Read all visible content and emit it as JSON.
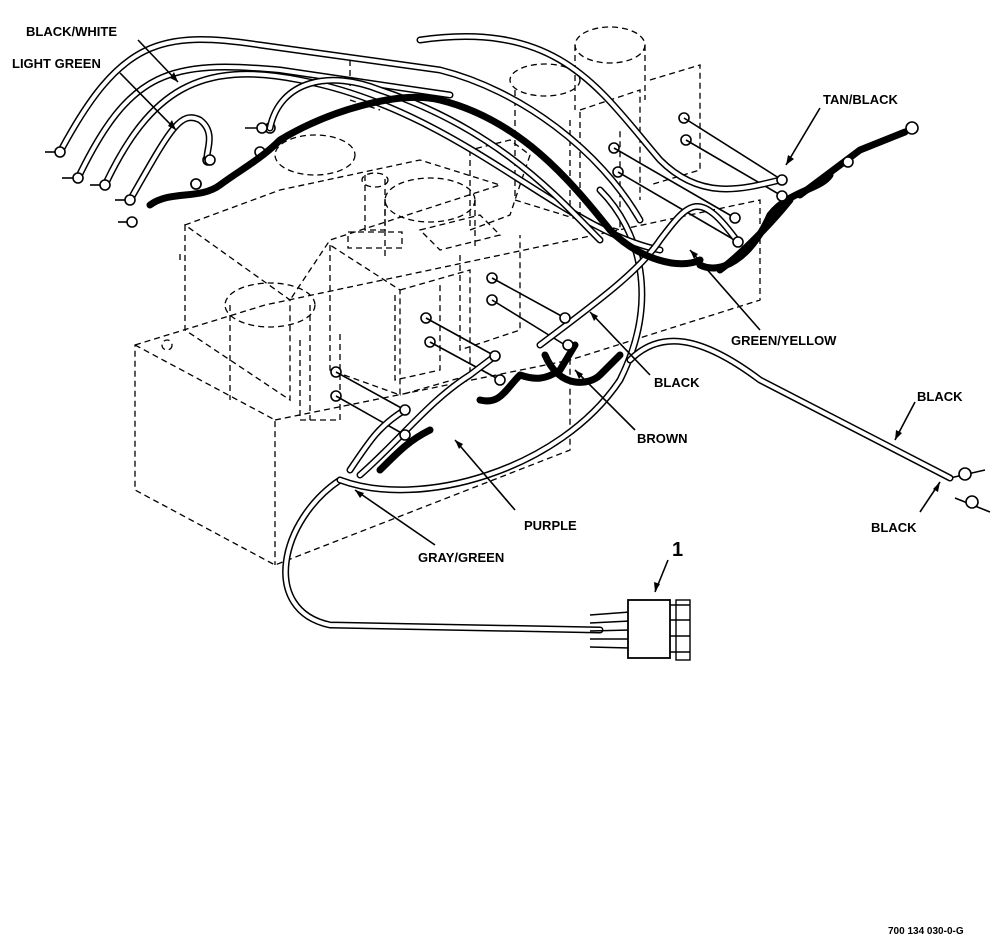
{
  "labels": {
    "black_white": "BLACK/WHITE",
    "light_green": "LIGHT GREEN",
    "tan_black": "TAN/BLACK",
    "green_yellow": "GREEN/YELLOW",
    "black_center": "BLACK",
    "brown": "BROWN",
    "black_right_top": "BLACK",
    "black_right_bottom": "BLACK",
    "purple": "PURPLE",
    "gray_green": "GRAY/GREEN"
  },
  "callout": "1",
  "figure_number": "700 134 030-0-G"
}
